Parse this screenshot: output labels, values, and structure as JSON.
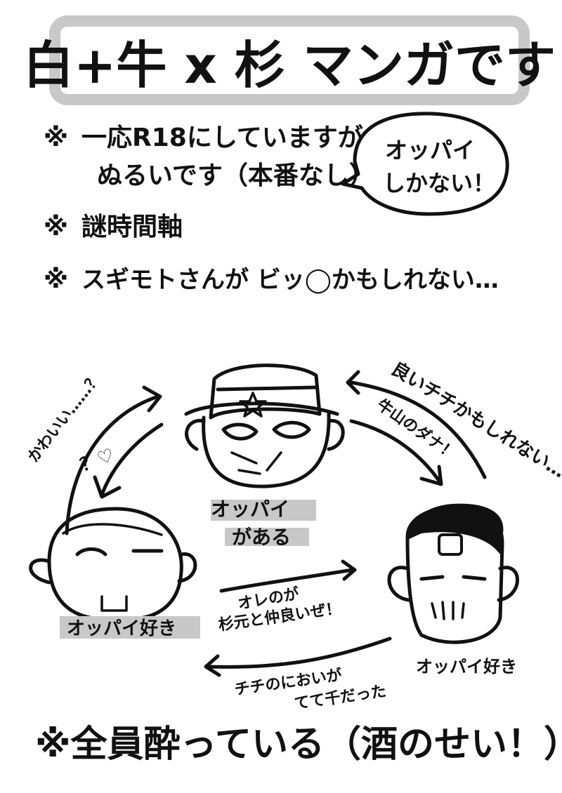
{
  "title": "白+牛 x 杉 マンガです",
  "notes": [
    {
      "mark": "※",
      "lines": [
        "一応R18にしていますが",
        "ぬるいです（本番なし）"
      ]
    },
    {
      "mark": "※",
      "lines": [
        "謎時間軸"
      ]
    },
    {
      "mark": "※",
      "lines": [
        "スギモトさんが ビッ◯かもしれない…"
      ]
    }
  ],
  "speech_bubble": {
    "lines": [
      "オッパイ",
      "しかない！"
    ]
  },
  "diagram": {
    "sugimoto_label": [
      "オッパイ",
      "がある"
    ],
    "shiraishi_label": "オッパイ好き",
    "ushiyama_label": "オッパイ好き",
    "shiraishi_to_sugimoto": "かわいい……？",
    "sugimoto_to_shiraishi": "？♡",
    "ushiyama_to_sugimoto": "良いチチかもしれない…",
    "sugimoto_to_ushiyama": "牛山のダナ！",
    "shiraishi_to_ushiyama": [
      "オレのが",
      "杉元と仲良いぜ！"
    ],
    "ushiyama_to_shiraishi": [
      "チチのにおいが",
      "てて千だった"
    ]
  },
  "footer": "※全員酔っている（酒のせい！）",
  "colors": {
    "ink": "#111111",
    "highlight": "#c8c8c8",
    "paper": "#ffffff"
  }
}
